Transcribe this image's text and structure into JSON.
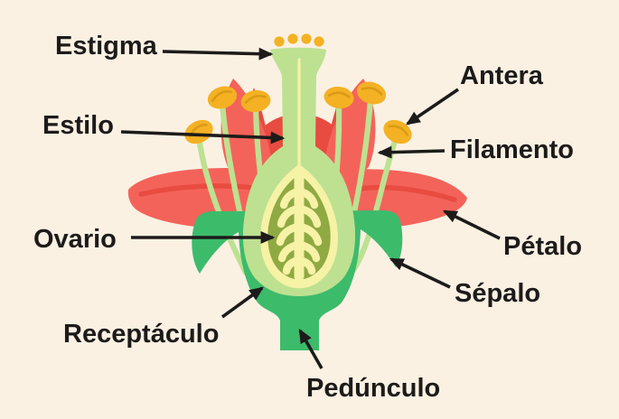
{
  "figure": {
    "kind": "flower-anatomy-cross-section-diagram",
    "background": "#FAF1E3",
    "labels": [
      {
        "id": "estigma",
        "text": "Estigma"
      },
      {
        "id": "antera",
        "text": "Antera"
      },
      {
        "id": "estilo",
        "text": "Estilo"
      },
      {
        "id": "filamento",
        "text": "Filamento"
      },
      {
        "id": "ovario",
        "text": "Ovario"
      },
      {
        "id": "petalo",
        "text": "Pétalo"
      },
      {
        "id": "sepalo",
        "text": "Sépalo"
      },
      {
        "id": "receptaculo",
        "text": "Receptáculo"
      },
      {
        "id": "pedunculo",
        "text": "Pedúnculo"
      }
    ],
    "colors": {
      "background": "#FAF1E3",
      "petal_red": "#F4635A",
      "petal_shade_red": "#E84B40",
      "calyx_stem_green": "#3CBB6B",
      "pistil_light_green": "#BDE191",
      "pale_yellow": "#F6F2A6",
      "ovary_olive": "#8FA943",
      "anther_yellow": "#F4B124",
      "anther_crease": "#DB9B15",
      "text_and_arrows": "#1D1B1A"
    },
    "stigma_dot_count": 4,
    "anther_count": 6
  }
}
